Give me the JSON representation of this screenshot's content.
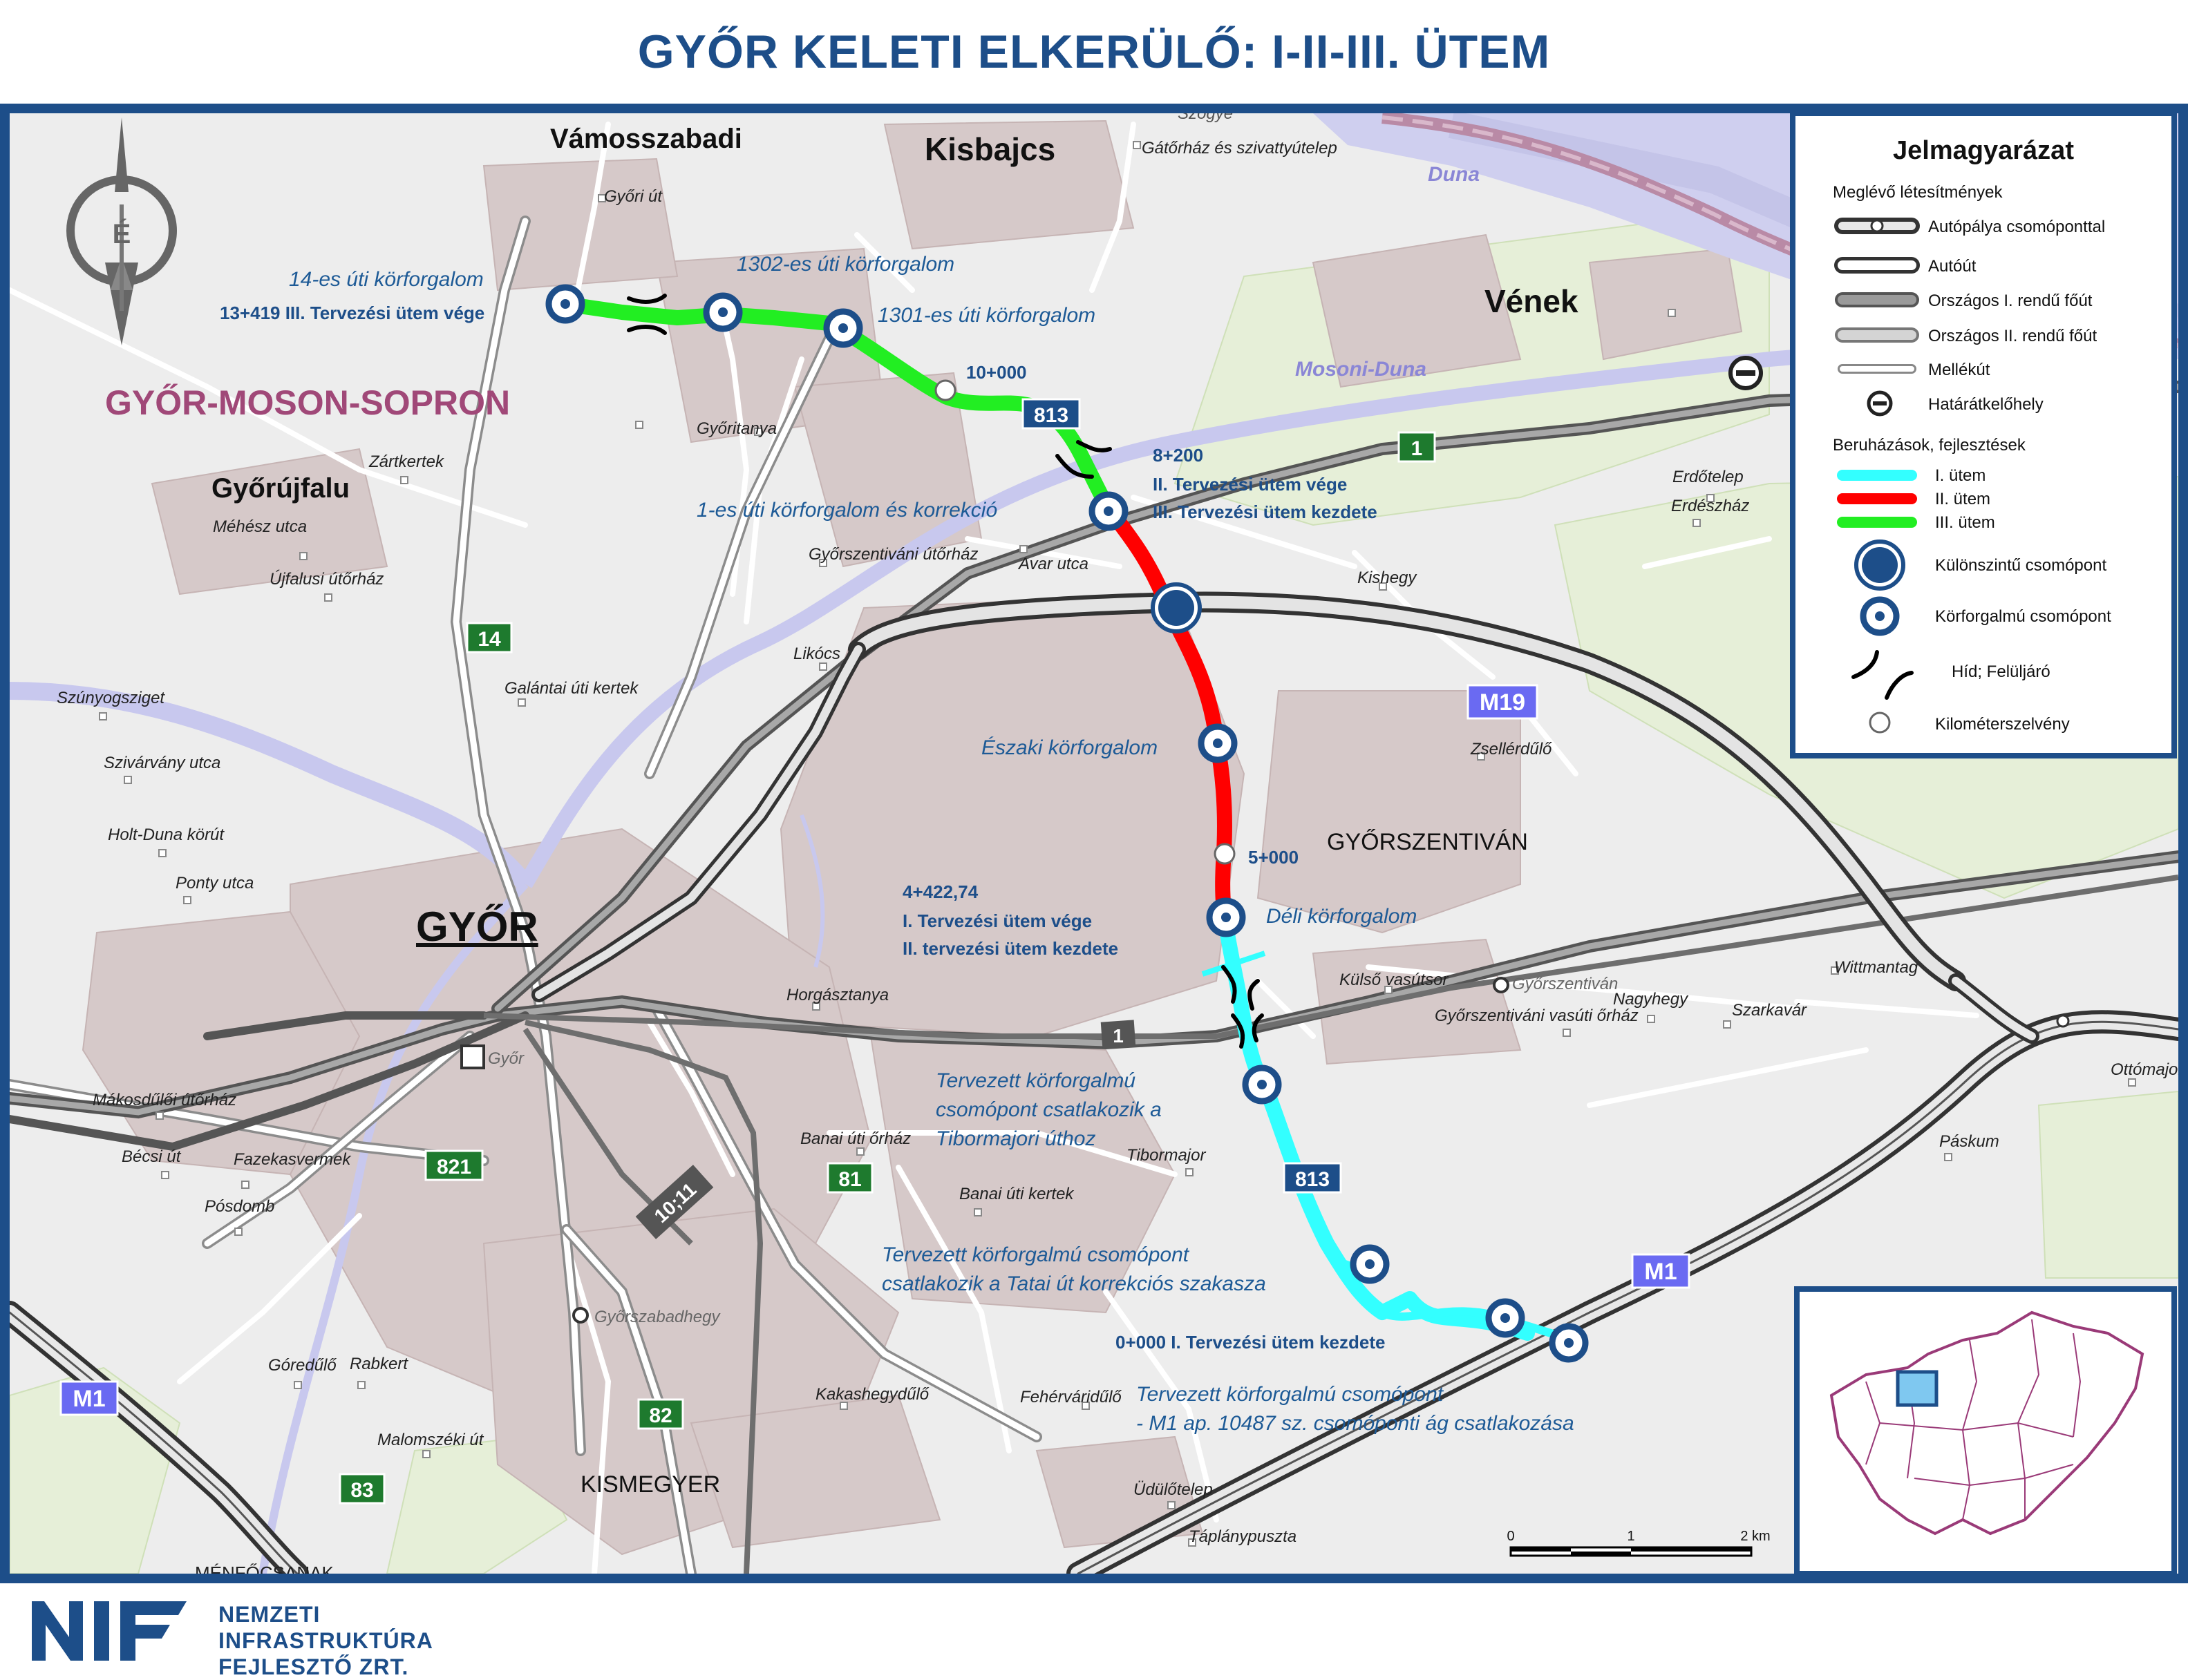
{
  "title": "GYŐR KELETI ELKERÜLŐ: I-II-III. ÜTEM",
  "colors": {
    "frame_blue": "#1d4e89",
    "stage1_cyan": "#33ffff",
    "stage2_red": "#ff0000",
    "stage3_green": "#22ee22",
    "region_label_purple": "#a04878",
    "annotation_blue": "#1d5a96",
    "urban_area": "#d4c6c6",
    "water": "#c8c8ee",
    "road_shield_green": "#1e7a2e",
    "motorway_shield_blue": "#6a6af2"
  },
  "settlements": {
    "vamosszabadi": "Vámosszabadi",
    "kisbajcs": "Kisbajcs",
    "venek": "Vének",
    "gyorujfalu": "Győrújfalu",
    "gyor": "GYŐR",
    "gyorszentivan": "GYŐRSZENTIVÁN",
    "kismegyer": "KISMEGYER",
    "region": "GYŐR-MOSON-SOPRON"
  },
  "water_labels": {
    "duna": "Duna",
    "moson_duna": "Mosoni-Duna"
  },
  "road_numbers": {
    "r14": "14",
    "r1_north": "1",
    "r1_rail": "1",
    "r813_north": "813",
    "r813_south": "813",
    "r81": "81",
    "r821": "821",
    "r82": "82",
    "r83": "83",
    "m19": "M19",
    "m1_east": "M1",
    "m1_west": "M1",
    "rail_10_11": "10;11"
  },
  "annotations": {
    "r14_roundabout": "14-es úti körforgalom",
    "km13419_end": "13+419 III. Tervezési ütem vége",
    "r1302_roundabout": "1302-es úti körforgalom",
    "r1301_roundabout": "1301-es úti körforgalom",
    "km10000": "10+000",
    "km8200": "8+200",
    "stage2_end": "II. Tervezési ütem vége",
    "stage3_start": "III. Tervezési ütem kezdete",
    "r1_roundabout": "1-es úti körforgalom és korrekció",
    "northern_roundabout": "Északi körforgalom",
    "km5000": "5+000",
    "southern_roundabout": "Déli körforgalom",
    "km4422": "4+422,74",
    "stage1_end": "I. Tervezési ütem vége",
    "stage2_start": "II. tervezési ütem kezdete",
    "planned_tibormajori_1": "Tervezett körforgalmú",
    "planned_tibormajori_2": "csomópont csatlakozik a",
    "planned_tibormajori_3": "Tibormajori úthoz",
    "planned_tatai_1": "Tervezett körforgalmú csomópont",
    "planned_tatai_2": "csatlakozik a Tatai út korrekciós szakasza",
    "km0000": "0+000 I. Tervezési ütem kezdete",
    "planned_m1_1": "Tervezett körforgalmú csomópont",
    "planned_m1_2": "- M1 ap. 10487 sz. csomóponti ág csatlakozása"
  },
  "places": {
    "gyori_ut": "Győri út",
    "gatorhaz": "Gátőrház és szivattyútelep",
    "szogye": "Szögye",
    "gyoritanya": "Győritanya",
    "zartkertek": "Zártkertek",
    "mehesz_utca": "Méhész utca",
    "ujfalusi_utorhaz": "Újfalusi útőrház",
    "gyorszentivani_utorhaz": "Győrszentiváni útőrház",
    "avar_utca": "Avar utca",
    "kishegy": "Kishegy",
    "erdotelep": "Erdőtelep",
    "erdeszhaz": "Erdészház",
    "likocs": "Likócs",
    "galantai_uti_kertek": "Galántai úti kertek",
    "szunyogsziget": "Szúnyogsziget",
    "szivarvany_utca": "Szivárvány utca",
    "holt_duna_korut": "Holt-Duna körút",
    "ponty_utca": "Ponty utca",
    "zsellerdulo": "Zsellérdűlő",
    "horgasztanya": "Horgásztanya",
    "kulso_vasutsor": "Külső vasútsor",
    "gyorszentivan_station": "Győrszentiván",
    "gyorszentivani_vasuti_orhaz": "Győrszentiváni vasúti őrház",
    "nagyhegy": "Nagyhegy",
    "szarkavar": "Szarkavár",
    "wittmantag": "Wittmantag",
    "ottomajor": "Ottómajor",
    "paskum": "Páskum",
    "makosduloi_utorhaz": "Mákosdűlői útőrház",
    "becsi_ut": "Bécsi út",
    "fazekasvermek": "Fazekasvermek",
    "posdomb": "Pósdomb",
    "gyor_station": "Győr",
    "banai_uti_orhaz": "Banai úti őrház",
    "tibormajor": "Tibormajor",
    "banai_uti_kertek": "Banai úti kertek",
    "gyorszabadhegy": "Győrszabadhegy",
    "gorodulo": "Góredűlő",
    "rabkert": "Rabkert",
    "kakashegydulo": "Kakashegydűlő",
    "fehervardulo": "Fehérváridűlő",
    "malomszeki_ut": "Malomszéki út",
    "udulotelep": "Üdülőtelep",
    "taplanypuszta": "Táplánypuszta",
    "menfocsanak": "MÉNFŐCSANAK"
  },
  "compass": {
    "north_letter": "É"
  },
  "legend": {
    "title": "Jelmagyarázat",
    "existing_header": "Meglévő létesítmények",
    "items_existing": [
      {
        "label": "Autópálya csomóponttal",
        "icon": "motorway-with-junction"
      },
      {
        "label": "Autóút",
        "icon": "expressway"
      },
      {
        "label": "Országos I. rendű főút",
        "icon": "primary-road"
      },
      {
        "label": "Országos II. rendű főút",
        "icon": "secondary-road"
      },
      {
        "label": "Mellékút",
        "icon": "minor-road"
      },
      {
        "label": "Határátkelőhely",
        "icon": "border-crossing"
      }
    ],
    "investment_header": "Beruházások, fejlesztések",
    "items_investment": [
      {
        "label": "I. ütem",
        "color": "#33ffff"
      },
      {
        "label": "II. ütem",
        "color": "#ff0000"
      },
      {
        "label": "III. ütem",
        "color": "#22ee22"
      }
    ],
    "items_symbols": [
      {
        "label": "Különszintű csomópont",
        "icon": "grade-separated-junction"
      },
      {
        "label": "Körforgalmú csomópont",
        "icon": "roundabout-junction"
      },
      {
        "label": "Híd; Felüljáró",
        "icon": "bridge"
      },
      {
        "label": "Kilométerszelvény",
        "icon": "kilometre-marker"
      }
    ]
  },
  "scale_bar": {
    "t0": "0",
    "t1": "1",
    "t2": "2 km"
  },
  "logo": {
    "line1": "NEMZETI",
    "line2": "INFRASTRUKTÚRA",
    "line3": "FEJLESZTŐ ZRT."
  }
}
